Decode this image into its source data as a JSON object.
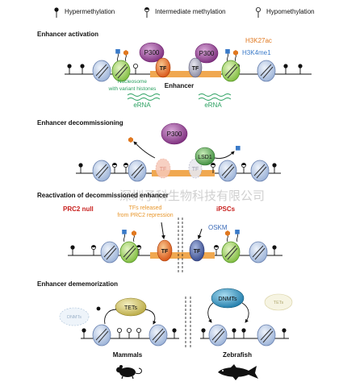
{
  "legend": {
    "hyper": "Hypermethylation",
    "inter": "Intermediate methylation",
    "hypo": "Hypomethylation"
  },
  "sections": {
    "activation": {
      "title": "Enhancer activation",
      "p300": "P300",
      "tf": "TF",
      "h3k27ac": "H3K27ac",
      "h3k4me1": "H3K4me1",
      "enhancer": "Enhancer",
      "nucleosome_line1": "Nucleosome",
      "nucleosome_line2": "with variant histones",
      "erna": "eRNA"
    },
    "decommissioning": {
      "title": "Enhancer decommissioning",
      "p300": "P300",
      "lsd1": "LSD1",
      "tf": "TF"
    },
    "reactivation": {
      "title": "Reactivation of decommissioned enhancer",
      "prc2": "PRC2 null",
      "ipscs": "iPSCs",
      "tfs_line1": "TFs released",
      "tfs_line2": "from PRC2 repression",
      "oskm": "OSKM",
      "tf": "TF"
    },
    "dememorization": {
      "title": "Enhancer dememorization",
      "tets": "TETs",
      "dnmts": "DNMTs",
      "mammals": "Mammals",
      "zebrafish": "Zebrafish"
    }
  },
  "watermark": "深圳子科生物科技有限公司",
  "colors": {
    "p300": "#8e3a8e",
    "tf": "#e0641e",
    "tf_blue": "#4a5fa0",
    "lsd1": "#5aa04a",
    "nucleosome_blue": "#b8c8e4",
    "nucleosome_green": "#a8d46a",
    "enhancer": "#f0a850",
    "h3k27ac": "#e07820",
    "h3k4me1": "#3a7ac8",
    "erna": "#2aa060",
    "prc2": "#c8201e",
    "tfs_label": "#e8962a",
    "oskm": "#3a6ab8",
    "tets": "#c8b850",
    "dnmts": "#2a8ab8"
  }
}
